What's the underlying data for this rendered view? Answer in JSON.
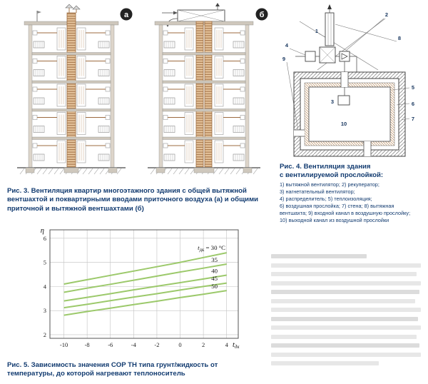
{
  "colors": {
    "caption_navy": "#123b70",
    "chart_line_green": "#9cc96b",
    "shaft_brown": "#9c6b3f"
  },
  "fig3": {
    "badge_a": "а",
    "badge_b": "б",
    "caption": "Рис. 3. Вентиляция квартир многоэтажного здания с общей вытяжной вентшахтой и поквартирными вводами приточного воздуха (а) и общими приточной и вытяжной вентшахтами (б)"
  },
  "fig4": {
    "caption_line1": "Рис. 4. Вентиляция здания",
    "caption_line2": "с вентилируемой прослойкой:",
    "legend": [
      "1) вытяжной вентилятор; 2) рекуператор;",
      "3) нагнетательный вентилятор;",
      "4) распределитель; 5) теплоизоляция;",
      "6) воздушная прослойка; 7) стена; 8) вытяжная",
      "вентшахта; 9) входной канал в воздушную прослойку;",
      "10) выходной канал из воздушной прослойки"
    ],
    "callouts": [
      "1",
      "2",
      "3",
      "4",
      "5",
      "6",
      "7",
      "8",
      "9",
      "10"
    ]
  },
  "fig5": {
    "caption": "Рис. 5. Зависимость значения COP ТН типа грунт/жидкость от температуры, до которой нагревают теплоноситель"
  },
  "chart_data": {
    "type": "line",
    "title": "",
    "xlabel": "tдк",
    "ylabel": "η",
    "x": [
      -10,
      -8,
      -6,
      -4,
      -2,
      0,
      2,
      4
    ],
    "series": [
      {
        "name": "tдк = 30 °C",
        "values": [
          4.1,
          4.28,
          4.46,
          4.64,
          4.82,
          5.0,
          5.2,
          5.4
        ]
      },
      {
        "name": "35",
        "values": [
          3.76,
          3.93,
          4.09,
          4.26,
          4.43,
          4.6,
          4.76,
          4.93
        ]
      },
      {
        "name": "40",
        "values": [
          3.4,
          3.55,
          3.7,
          3.86,
          4.01,
          4.16,
          4.31,
          4.47
        ]
      },
      {
        "name": "45",
        "values": [
          3.12,
          3.26,
          3.41,
          3.56,
          3.7,
          3.85,
          4.0,
          4.14
        ]
      },
      {
        "name": "50",
        "values": [
          2.81,
          2.96,
          3.1,
          3.25,
          3.39,
          3.54,
          3.68,
          3.83
        ]
      }
    ],
    "xlim": [
      -11.2,
      5.0
    ],
    "ylim": [
      1.85,
      6.35
    ],
    "xticks": [
      -10,
      -8,
      -6,
      -4,
      -2,
      0,
      2,
      4
    ],
    "yticks": [
      2,
      3,
      4,
      5,
      6
    ],
    "grid": true,
    "legend_position": "labels-in-plot",
    "line_color": "#9cc96b"
  }
}
